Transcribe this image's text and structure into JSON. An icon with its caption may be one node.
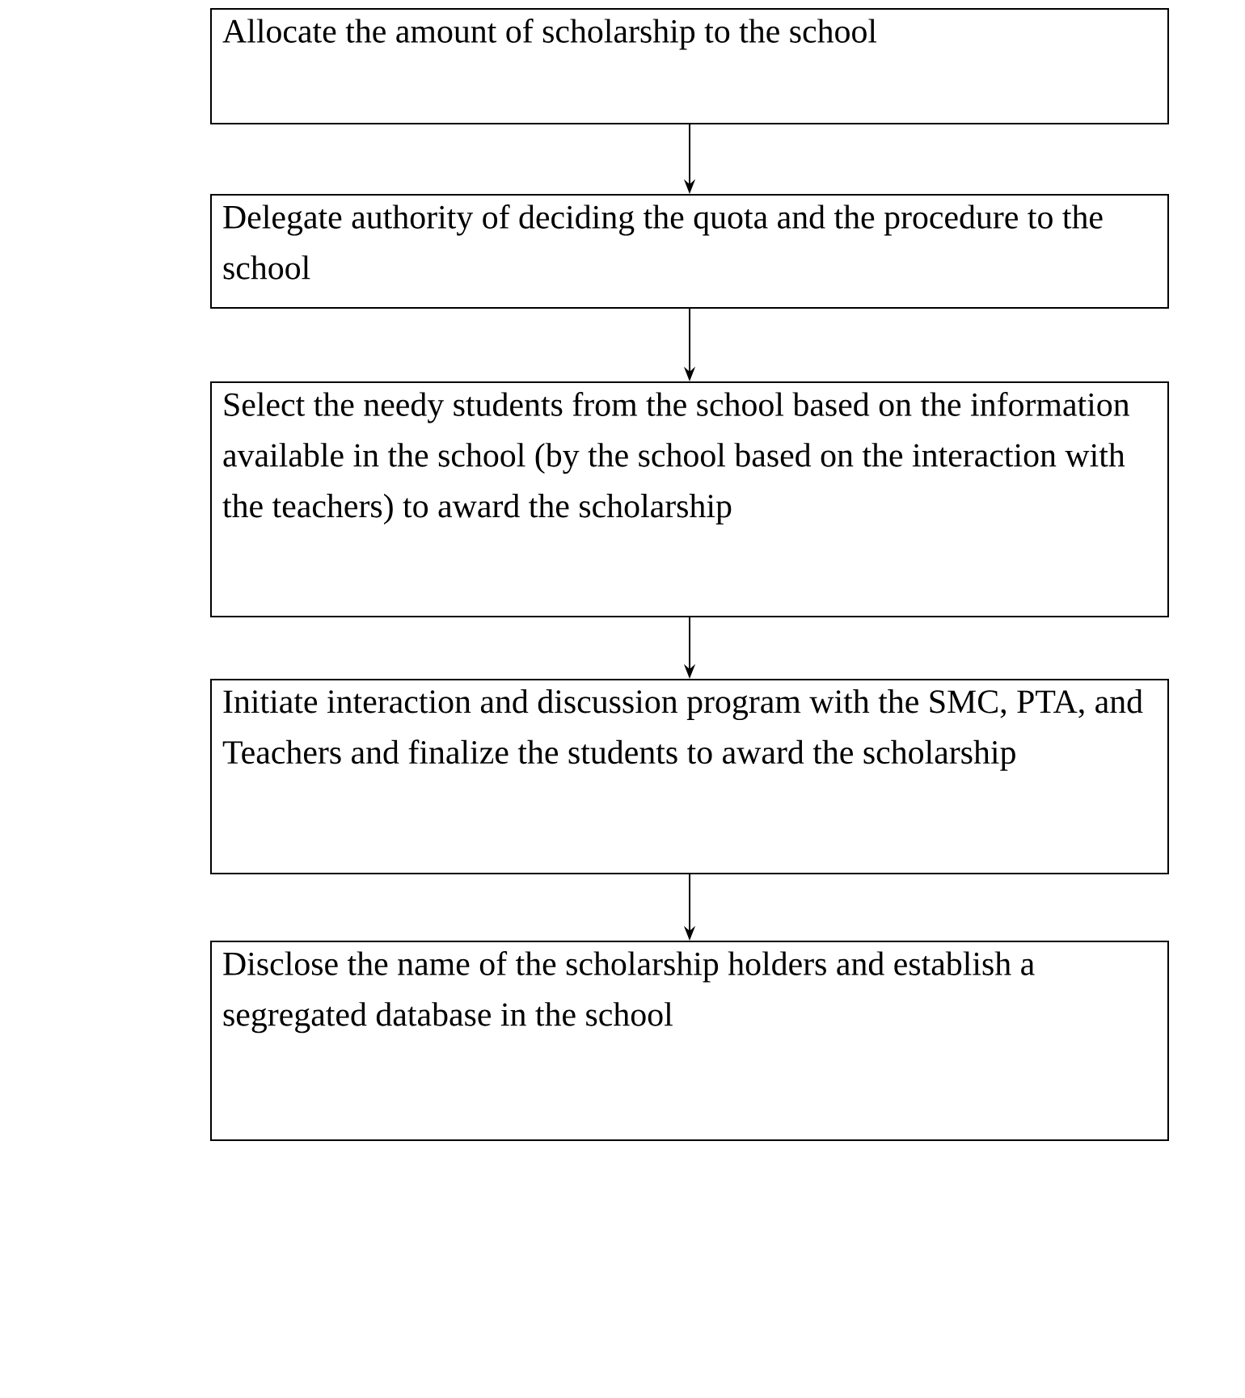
{
  "diagram": {
    "nodes": [
      {
        "text": [
          "Allocate the amount of scholarship to the school"
        ]
      },
      {
        "text": [
          "Delegate authority of deciding the quota and the procedure to the school"
        ]
      },
      {
        "text": [
          "Select the needy students from the school based on the information available in the school (by the school based on the interaction with the teachers) to award the scholarship"
        ]
      },
      {
        "text": [
          "Initiate interaction and discussion program with the SMC, PTA, and Teachers and finalize the students to award the scholarship"
        ]
      },
      {
        "text": [
          "Disclose the name of the scholarship holders and establish a segregated database in the school"
        ]
      }
    ],
    "edges": [
      {
        "from": 0,
        "to": 1,
        "arrow": "to"
      },
      {
        "from": 1,
        "to": 2,
        "arrow": "to"
      },
      {
        "from": 2,
        "to": 3,
        "arrow": "to"
      },
      {
        "from": 3,
        "to": 4,
        "arrow": "to"
      }
    ]
  }
}
